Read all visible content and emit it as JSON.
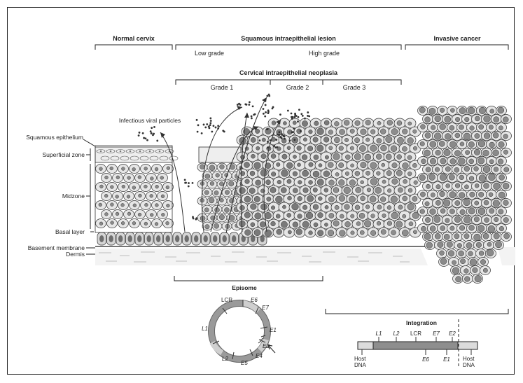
{
  "stages": {
    "normal_cervix": "Normal cervix",
    "sil": "Squamous intraepithelial lesion",
    "low_grade": "Low grade",
    "high_grade": "High grade",
    "invasive_cancer": "Invasive cancer",
    "cin": "Cervical intraepithelial neoplasia",
    "grade1": "Grade 1",
    "grade2": "Grade 2",
    "grade3": "Grade 3"
  },
  "tissue_labels": {
    "squamous_epithelium": "Squamous epithelium",
    "superficial_zone": "Superficial zone",
    "midzone": "Midzone",
    "basal_layer": "Basal layer",
    "basement_membrane": "Basement membrane",
    "dermis": "Dermis",
    "viral_particles": "Infectious viral particles"
  },
  "episome": {
    "title": "Episome",
    "genes": [
      "LCR",
      "E6",
      "E7",
      "E1",
      "E2",
      "E4",
      "E5",
      "L2",
      "L1"
    ]
  },
  "integration": {
    "title": "Integration",
    "top_genes": [
      "L1",
      "L2",
      "LCR",
      "E7",
      "E2"
    ],
    "bottom_genes": [
      "E6",
      "E1"
    ],
    "host_dna_left": "Host DNA",
    "host_dna_right": "Host DNA",
    "host_word": "Host",
    "dna_word": "DNA"
  },
  "colors": {
    "cell_fill": "#e6e6e6",
    "nucleus": "#8a8a8a",
    "basal_nucleus": "#6e6e6e",
    "genome_ring": "#8c8c8c",
    "line": "#222222"
  }
}
